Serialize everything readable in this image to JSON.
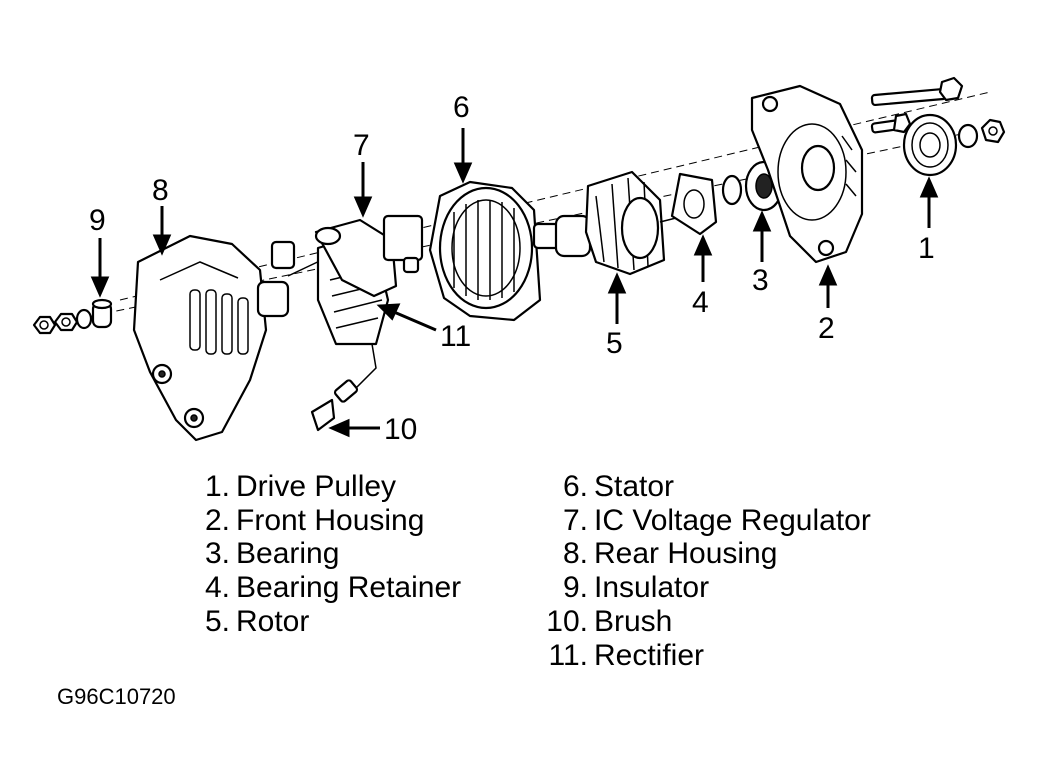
{
  "callouts": [
    "1",
    "2",
    "3",
    "4",
    "5",
    "6",
    "7",
    "8",
    "9",
    "10",
    "11"
  ],
  "legend": [
    {
      "num": "1.",
      "label": "Drive Pulley"
    },
    {
      "num": "2.",
      "label": "Front Housing"
    },
    {
      "num": "3.",
      "label": "Bearing"
    },
    {
      "num": "4.",
      "label": "Bearing Retainer"
    },
    {
      "num": "5.",
      "label": "Rotor"
    },
    {
      "num": "6.",
      "label": "Stator"
    },
    {
      "num": "7.",
      "label": "IC Voltage Regulator"
    },
    {
      "num": "8.",
      "label": "Rear Housing"
    },
    {
      "num": "9.",
      "label": "Insulator"
    },
    {
      "num": "10.",
      "label": "Brush"
    },
    {
      "num": "11.",
      "label": "Rectifier"
    }
  ],
  "figure_code": "G96C10720"
}
